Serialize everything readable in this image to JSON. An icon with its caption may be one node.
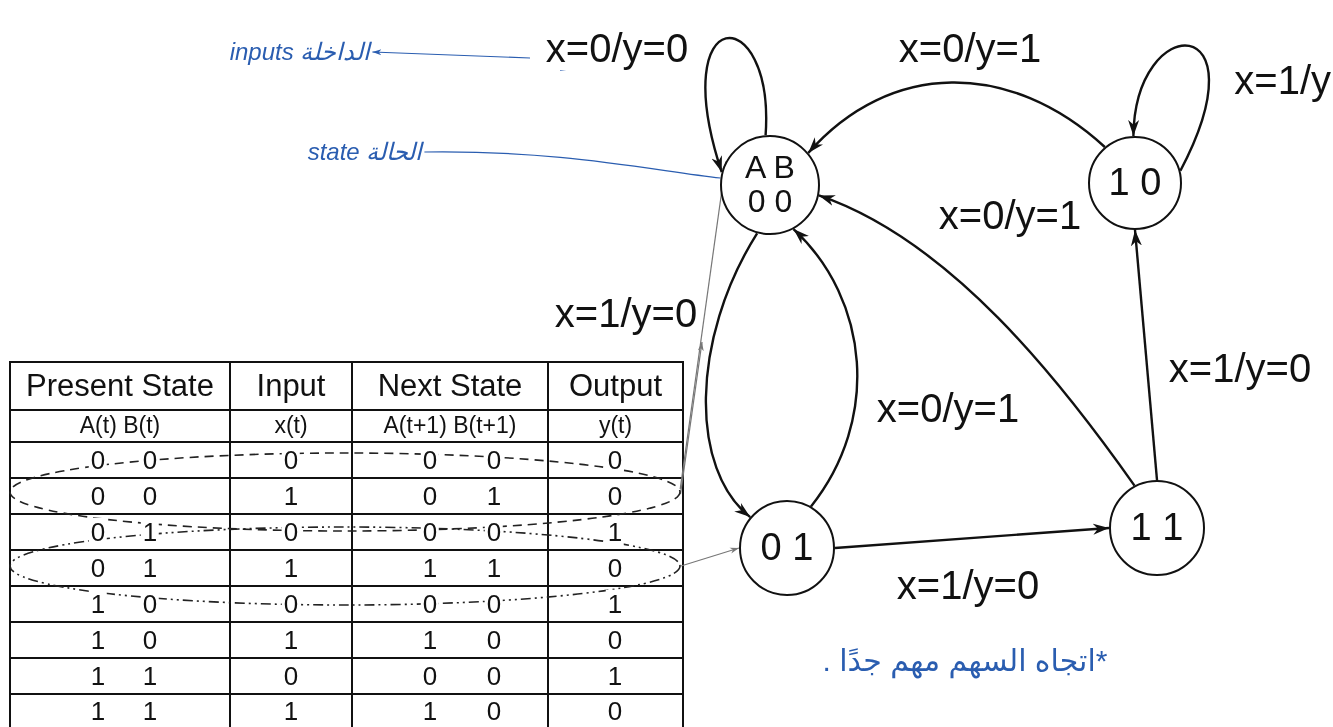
{
  "diagram": {
    "nodes": [
      {
        "text": [
          "A B",
          "0 0"
        ]
      },
      {
        "text": [
          "1 0"
        ]
      },
      {
        "text": [
          "0 1"
        ]
      },
      {
        "text": [
          "1 1"
        ]
      },
      {
        "text": [
          "inputs الداخلة"
        ]
      },
      {
        "text": [
          "state الحالة"
        ]
      },
      {
        "text": [],
        "shape": "ellipse"
      },
      {
        "text": [],
        "shape": "ellipse"
      }
    ],
    "edges": [
      {
        "from": 0,
        "to": 0,
        "arrow": "to",
        "label": "x=0/y=0"
      },
      {
        "from": 1,
        "to": 0,
        "arrow": "to",
        "label": "x=0/y=1"
      },
      {
        "from": 1,
        "to": 1,
        "arrow": "to",
        "label": "x=1/y"
      },
      {
        "from": 3,
        "to": 0,
        "arrow": "to",
        "label": "x=0/y=1"
      },
      {
        "from": 0,
        "to": 2,
        "arrow": "to",
        "label": "x=1/y=0"
      },
      {
        "from": 2,
        "to": 0,
        "arrow": "to",
        "label": "x=0/y=1"
      },
      {
        "from": 2,
        "to": 3,
        "arrow": "to",
        "label": "x=1/y=0"
      },
      {
        "from": 3,
        "to": 1,
        "arrow": "to",
        "label": "x=1/y=0"
      },
      {
        "from": null,
        "to": 4,
        "arrow": "to",
        "color": "#2a5db0"
      },
      {
        "from": 5,
        "to": 0,
        "arrow": "none",
        "color": "#2a5db0"
      },
      {
        "from": 6,
        "to": 0,
        "arrow": "to",
        "color": "#777777"
      },
      {
        "from": 6,
        "to": null,
        "arrow": "to",
        "color": "#777777"
      },
      {
        "from": 7,
        "to": 2,
        "arrow": "to",
        "color": "#777777"
      }
    ],
    "labels": [
      "Present State",
      "Input",
      "Next State",
      "Output",
      "A(t) B(t)",
      "x(t)",
      "A(t+1) B(t+1)",
      "y(t)",
      "0",
      "0",
      "0",
      "0",
      "0",
      "0",
      "0",
      "0",
      "1",
      "0",
      "1",
      "0",
      "0",
      "1",
      "0",
      "0",
      "0",
      "1",
      "0",
      "1",
      "1",
      "1",
      "1",
      "0",
      "1",
      "0",
      "0",
      "0",
      "0",
      "1",
      "1",
      "0",
      "1",
      "1",
      "0",
      "0",
      "1",
      "1",
      "0",
      "0",
      "0",
      "1",
      "1",
      "1",
      "1",
      "1",
      "0",
      "0",
      "*اتجاه السهم مهم جدًا ."
    ]
  }
}
